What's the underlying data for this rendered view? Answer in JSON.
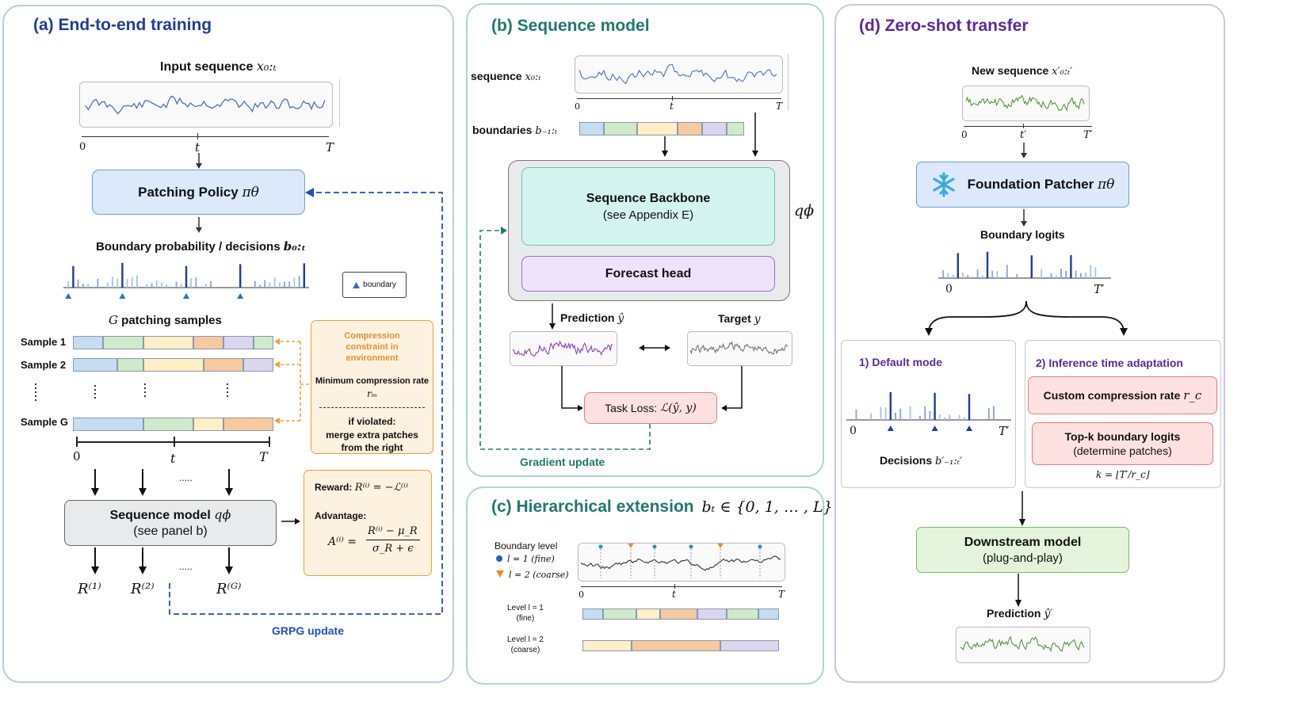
{
  "panel_a": {
    "title": "(a) End-to-end training",
    "input_label": "Input sequence",
    "input_var": "x₀:ₜ",
    "axis_0": "0",
    "axis_t": "t",
    "axis_T": "T",
    "policy_label": "Patching Policy",
    "policy_var": "πθ",
    "boundary_title": "Boundary probability / decisions",
    "boundary_var": "b₀:ₜ",
    "legend_boundary": "boundary",
    "samples_title_var": "G",
    "samples_title": "patching samples",
    "sample_labels": [
      "Sample 1",
      "Sample 2",
      "Sample G"
    ],
    "constraint_title": "Compression constraint in environment",
    "constraint_min": "Minimum compression rate",
    "constraint_rate_var": "rₘ",
    "constraint_if": "if violated:",
    "constraint_merge": "merge extra patches from the right",
    "seq_model_label": "Sequence model",
    "seq_model_var": "qϕ",
    "seq_model_sub": "(see panel b)",
    "reward_label": "Reward:",
    "reward_formula": "R⁽ⁱ⁾ = −ℒ⁽ⁱ⁾",
    "advantage_label": "Advantage:",
    "advantage_lhs": "A⁽ⁱ⁾ =",
    "advantage_num": "R⁽ⁱ⁾ − μ_R",
    "advantage_den": "σ_R + ϵ",
    "dots": ".....",
    "rewards": [
      "R⁽¹⁾",
      "R⁽²⁾",
      "R⁽ᴳ⁾"
    ],
    "grpg_label": "GRPG update"
  },
  "panel_b": {
    "title": "(b) Sequence model",
    "sequence_label": "sequence",
    "sequence_var": "x₀:ₜ",
    "boundaries_label": "boundaries",
    "boundaries_var": "b₋₁:ₜ",
    "axis_0": "0",
    "axis_t": "t",
    "axis_T": "T",
    "backbone_label": "Sequence Backbone",
    "backbone_sub": "(see Appendix E)",
    "head_label": "Forecast head",
    "q_var": "qϕ",
    "prediction_label": "Prediction",
    "prediction_var": "ŷ",
    "target_label": "Target",
    "target_var": "y",
    "task_loss_label": "Task Loss:",
    "task_loss_formula": "ℒ(ŷ, y)",
    "gradient_label": "Gradient update"
  },
  "panel_c": {
    "title": "(c) Hierarchical extension",
    "title_formula": "bₜ ∈ {0, 1, … , L}",
    "legend_title": "Boundary level",
    "legend_fine": "l = 1 (fine)",
    "legend_coarse": "l = 2 (coarse)",
    "axis_0": "0",
    "axis_t": "t",
    "axis_T": "T",
    "level1_label": "Level l = 1",
    "level1_sub": "(fine)",
    "level2_label": "Level l = 2",
    "level2_sub": "(coarse)"
  },
  "panel_d": {
    "title": "(d) Zero-shot transfer",
    "new_seq_label": "New sequence",
    "new_seq_var": "x′₀:ₜ′",
    "axis_0": "0",
    "axis_t": "t′",
    "axis_T": "T′",
    "patcher_label": "Foundation Patcher",
    "patcher_var": "πθ",
    "logits_label": "Boundary logits",
    "default_title": "1) Default mode",
    "decisions_label": "Decisions",
    "decisions_var": "b′₋₁:ₜ′",
    "adapt_title": "2) Inference time adaptation",
    "custom_rate_label": "Custom compression rate",
    "custom_rate_var": "r_c",
    "topk_label": "Top-k boundary logits",
    "topk_sub": "(determine patches)",
    "k_formula": "k = ⌊T′/r_c⌋",
    "downstream_label": "Downstream model",
    "downstream_sub": "(plug-and-play)",
    "prediction_label": "Prediction",
    "prediction_var": "ŷ′"
  },
  "colors": {
    "blue_series": "#4a6fc9",
    "purple_series": "#8a3fc9",
    "gray_series": "#777777",
    "green_series": "#4f9a3a",
    "dark_blue": "#1f3d9a",
    "teal": "#1e7a6e",
    "orange": "#f0a030",
    "purple_title": "#5a2a9a"
  }
}
